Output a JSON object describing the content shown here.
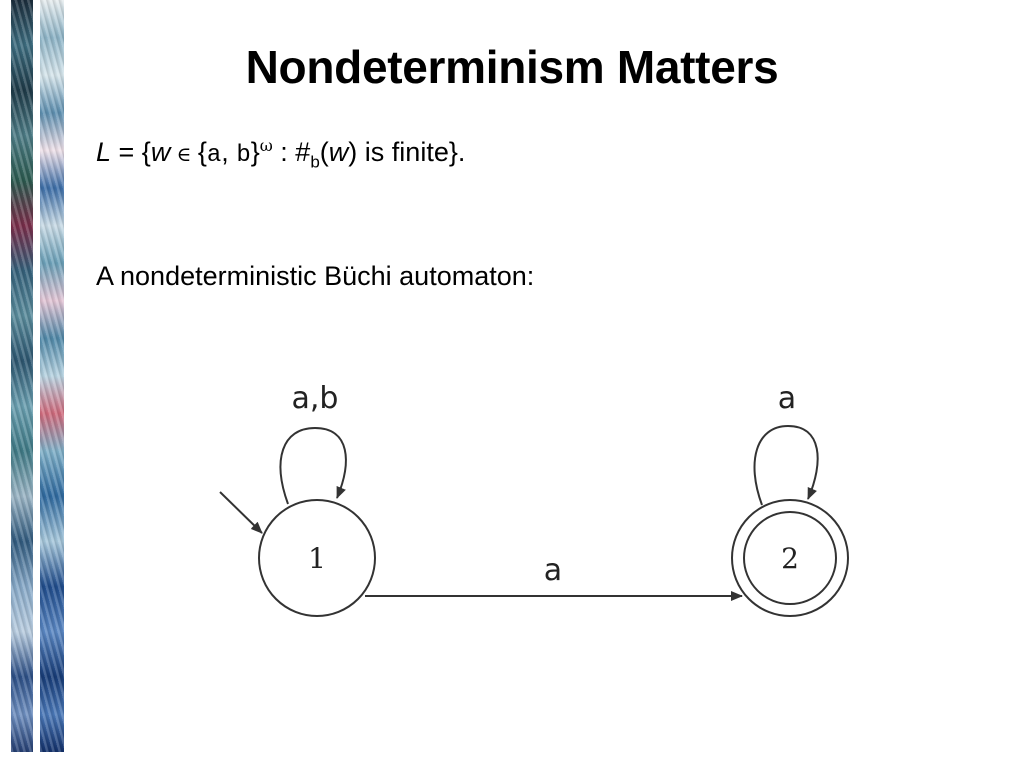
{
  "slide": {
    "title": "Nondeterminism Matters",
    "formula": {
      "L": "L",
      "eq_open": " = {",
      "w": "w",
      "in": " ∈ ",
      "set_open": "{",
      "a": "a",
      "comma": ", ",
      "b": "b",
      "set_close": "}",
      "omega": "ω",
      "count_prefix": " : #",
      "count_sub": "b",
      "paren_open": "(",
      "w2": "w",
      "paren_close": ")",
      "tail": " is finite}."
    },
    "subtitle": "A nondeterministic Büchi automaton:"
  },
  "automaton": {
    "states": [
      {
        "id": "1",
        "label": "1",
        "initial": true,
        "accepting": false
      },
      {
        "id": "2",
        "label": "2",
        "initial": false,
        "accepting": true
      }
    ],
    "transitions": [
      {
        "from": "1",
        "to": "1",
        "label": "a,b"
      },
      {
        "from": "1",
        "to": "2",
        "label": "a"
      },
      {
        "from": "2",
        "to": "2",
        "label": "a"
      }
    ]
  },
  "colors": {
    "stroke": "#333333",
    "text": "#000000"
  }
}
